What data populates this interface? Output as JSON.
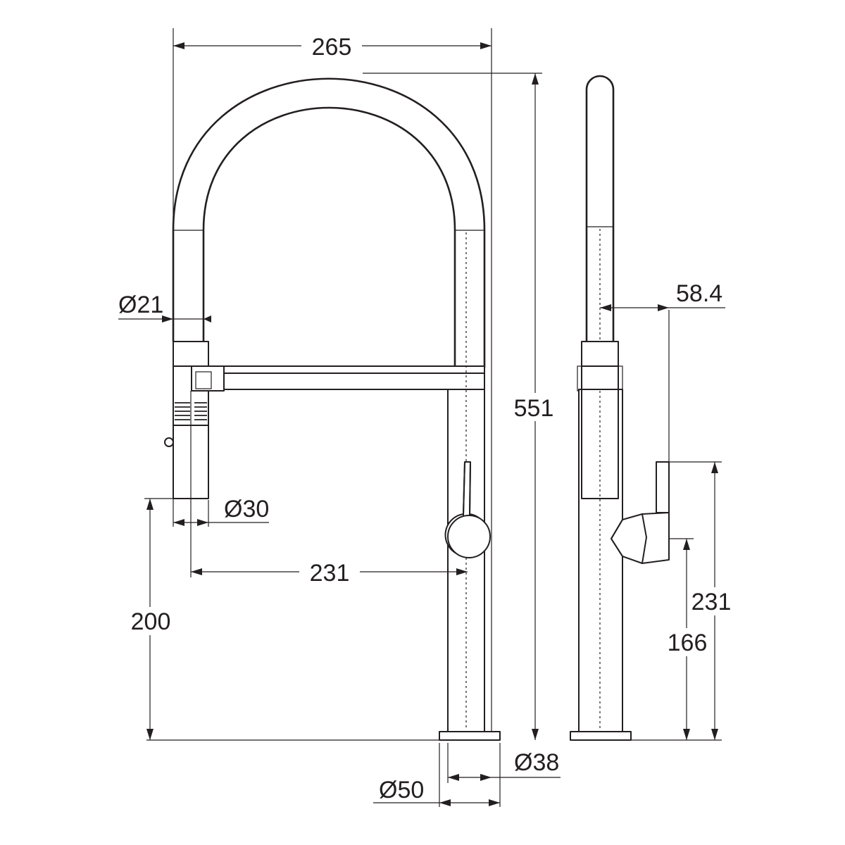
{
  "labels": {
    "width_total": "265",
    "height_total": "551",
    "hose_diameter": "Ø21",
    "spray_diameter": "Ø30",
    "spout_reach": "231",
    "spray_height": "200",
    "base_diameter": "Ø50",
    "body_diameter": "Ø38",
    "handle_offset": "58.4",
    "handle_height": "231",
    "handle_pivot_height": "166"
  }
}
